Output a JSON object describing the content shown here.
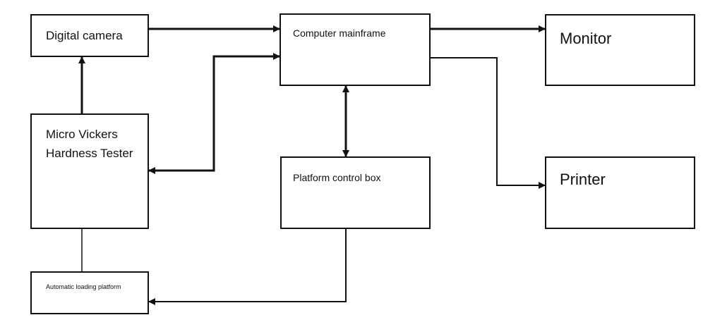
{
  "diagram": {
    "boxes": {
      "camera": {
        "label": "Digital camera"
      },
      "mainframe": {
        "label": "Computer mainframe"
      },
      "monitor": {
        "label": "Monitor"
      },
      "tester": {
        "label": "Micro Vickers Hardness Tester"
      },
      "control": {
        "label": "Platform control box"
      },
      "printer": {
        "label": "Printer"
      },
      "loading": {
        "label": "Automatic loading platform"
      }
    },
    "connections": [
      {
        "from": "camera",
        "to": "mainframe",
        "direction": "forward"
      },
      {
        "from": "tester",
        "to": "camera",
        "direction": "forward"
      },
      {
        "from": "tester",
        "to": "mainframe",
        "direction": "both"
      },
      {
        "from": "mainframe",
        "to": "monitor",
        "direction": "forward"
      },
      {
        "from": "mainframe",
        "to": "printer",
        "direction": "forward"
      },
      {
        "from": "mainframe",
        "to": "control",
        "direction": "both"
      },
      {
        "from": "control",
        "to": "loading",
        "direction": "forward"
      },
      {
        "from": "tester",
        "to": "loading",
        "direction": "none"
      }
    ],
    "colors": {
      "line": "#111111",
      "background": "#ffffff"
    }
  }
}
